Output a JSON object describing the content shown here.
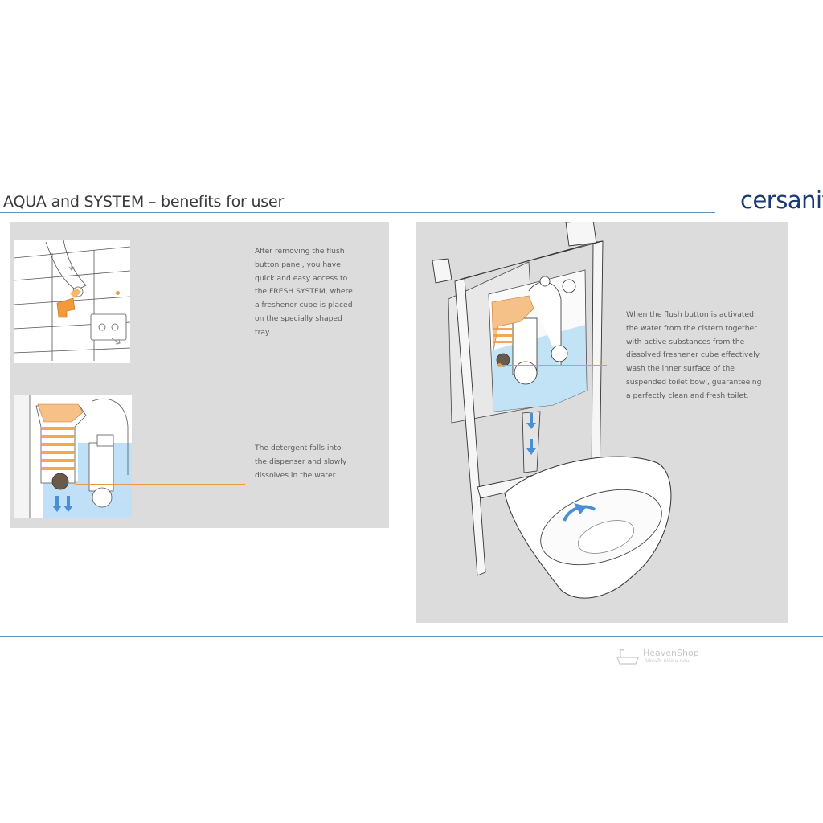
{
  "header": {
    "title": "AQUA and SYSTEM – benefits for user",
    "brand": "cersanit"
  },
  "callouts": {
    "remove_panel": [
      "After removing the flush",
      "button panel, you have",
      "quick and easy access to",
      "the FRESH SYSTEM, where",
      "a freshener cube is placed",
      "on the specially shaped",
      "tray."
    ],
    "detergent": [
      "The detergent falls into",
      "the dispenser and slowly",
      "dissolves in the water."
    ],
    "flush_activated": [
      "When the flush button is activated,",
      "the water from the cistern together",
      "with active substances from the",
      "dissolved freshener cube effectively",
      "wash the inner surface of the",
      "suspended toilet bowl, guaranteeing",
      "a perfectly clean and fresh toilet."
    ]
  },
  "watermark": {
    "name": "HeavenShop",
    "tagline": "luksufe niše u ruku"
  },
  "colors": {
    "accent_orange": "#e69b4a",
    "water_blue": "#8ec3ea",
    "brand_navy": "#1b3a72",
    "rule_blue": "#6a8fb8",
    "panel_gray": "#dcdcdc"
  }
}
